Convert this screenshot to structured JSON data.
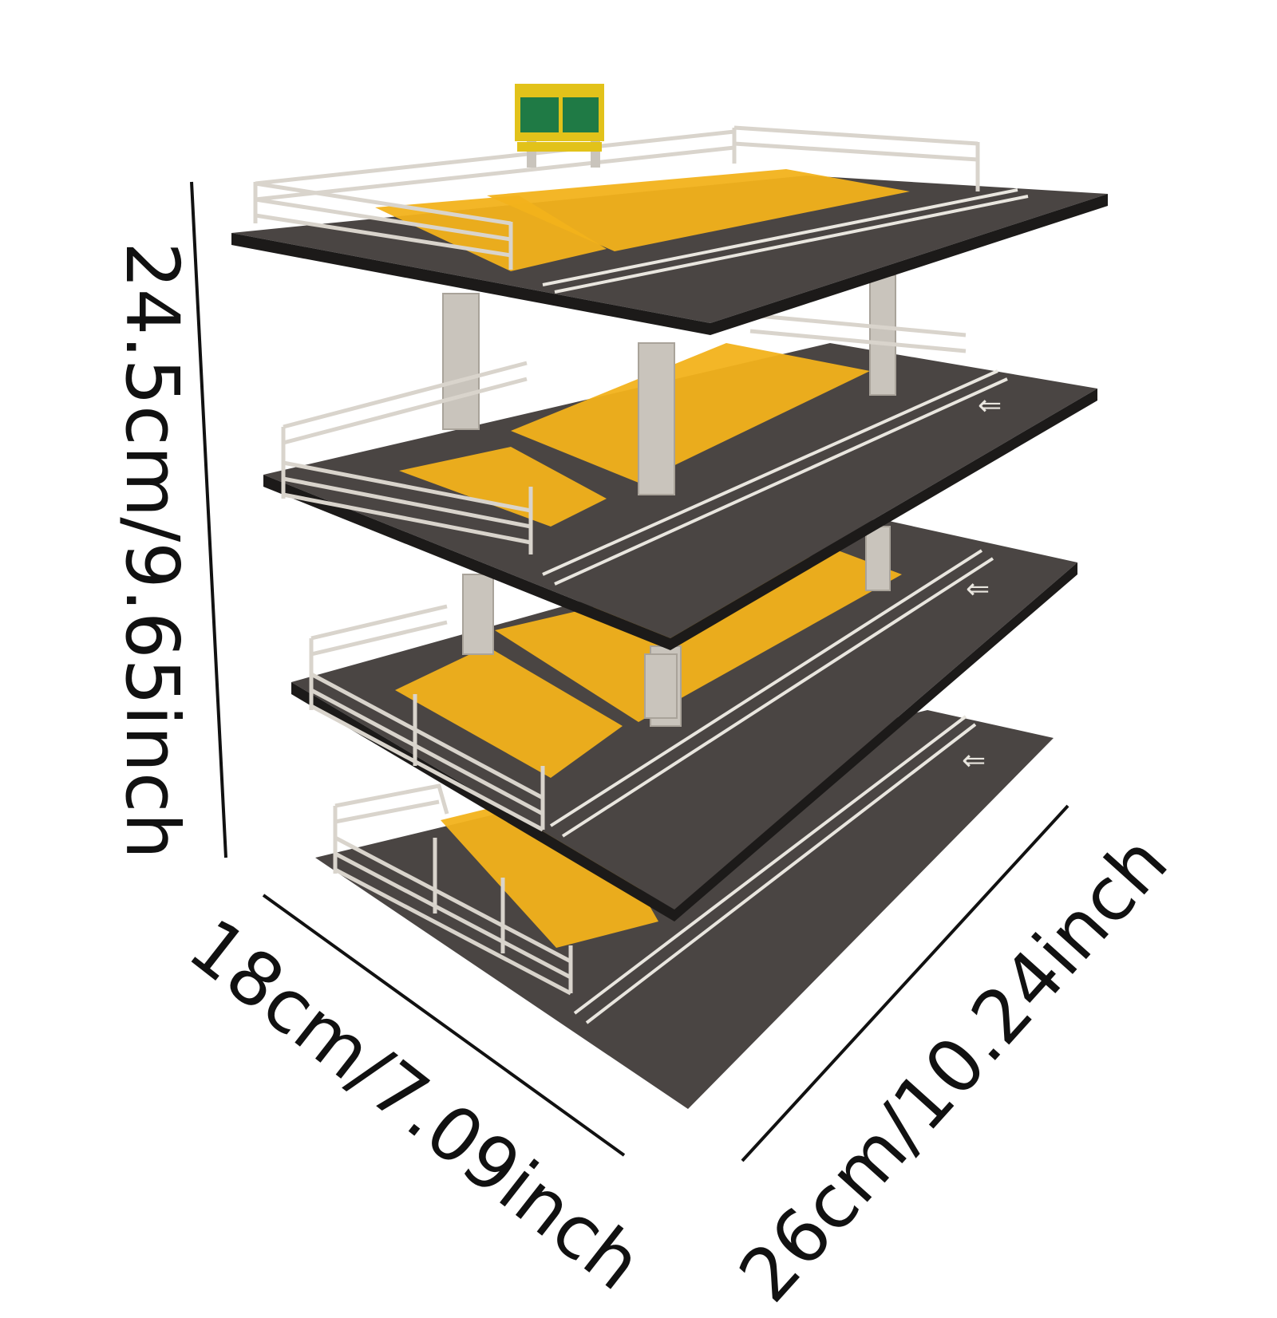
{
  "dimensions": {
    "height": "24.5cm/9.65inch",
    "width": "18cm/7.09inch",
    "depth": "26cm/10.24inch"
  },
  "model": {
    "levels": 4,
    "colors": {
      "asphalt": "#4a4543",
      "slab_edge": "#1c1a19",
      "parking_bay": "#f2b21b",
      "railing": "#d9d4cc",
      "pillar": "#c9c4bc",
      "sign_green": "#1f7a45",
      "sign_frame": "#e2c21a",
      "lane_line": "#e9e6df"
    }
  }
}
